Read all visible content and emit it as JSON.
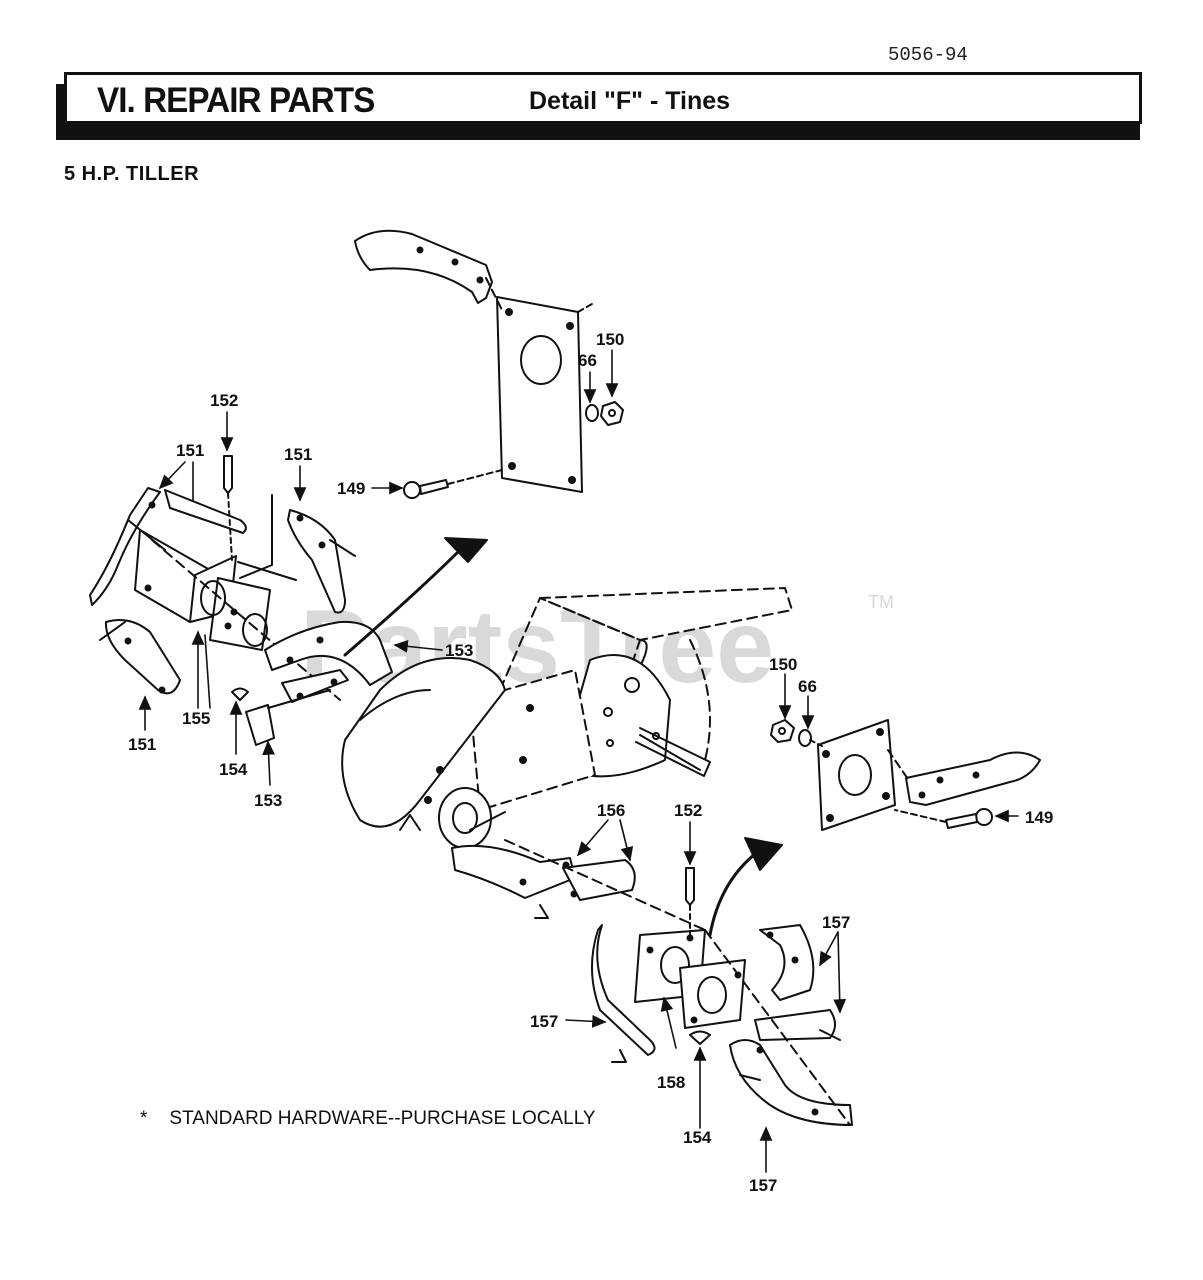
{
  "document": {
    "doc_id": "5056-94",
    "title": "VI. REPAIR PARTS",
    "subtitle": "Detail \"F\" - Tines",
    "model": "5 H.P. TILLER",
    "footnote_marker": "*",
    "footnote": "STANDARD HARDWARE--PURCHASE LOCALLY"
  },
  "watermark": {
    "text": "PartsTree",
    "tm": "TM"
  },
  "callouts": {
    "c150_top": "150",
    "c66_top": "66",
    "c152_top": "152",
    "c151_a": "151",
    "c151_b": "151",
    "c149_top": "149",
    "c153_a": "153",
    "c151_c": "151",
    "c155": "155",
    "c154_a": "154",
    "c153_b": "153",
    "c150_right": "150",
    "c66_right": "66",
    "c149_right": "149",
    "c156": "156",
    "c152_bottom": "152",
    "c157_a": "157",
    "c157_b": "157",
    "c158": "158",
    "c154_b": "154",
    "c157_c": "157"
  }
}
